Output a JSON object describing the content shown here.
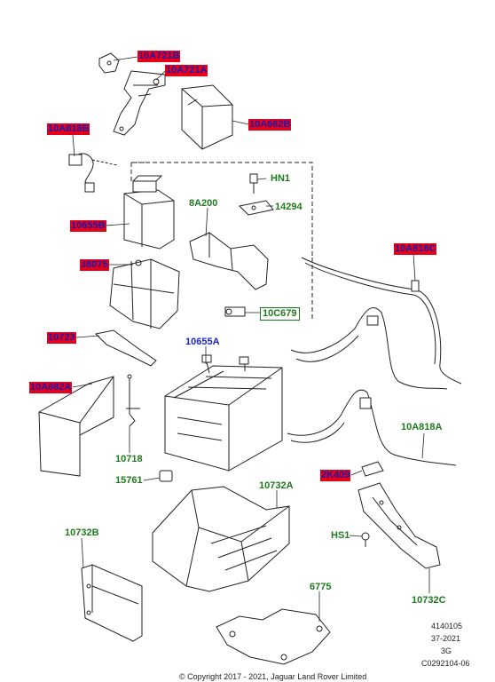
{
  "colors": {
    "red_tag_bg": "#e8001b",
    "red_tag_text": "#1a1aa8",
    "green": "#1d7a1d",
    "blue": "#1a24c8",
    "line": "#222222"
  },
  "labels": {
    "p10A721B": "10A721B",
    "p10A721A": "10A721A",
    "p10A682B": "10A682B",
    "p10A818B": "10A818B",
    "pHN1": "HN1",
    "p8A200": "8A200",
    "p14294": "14294",
    "p10655B": "10655B",
    "p10A818C": "10A818C",
    "p38075": "38075",
    "p10C679": "10C679",
    "p10723": "10723",
    "p10655A": "10655A",
    "p10A682A": "10A682A",
    "p10A818A": "10A818A",
    "p10718": "10718",
    "p2K409": "2K409",
    "p15761": "15761",
    "p10732A": "10732A",
    "p10732B": "10732B",
    "pHS1": "HS1",
    "p6775": "6775",
    "p10732C": "10732C"
  },
  "footer": {
    "line1": "4140105",
    "line2": "37-2021",
    "line3": "3G",
    "line4": "C0292104-06",
    "copyright": "© Copyright 2017 - 2021, Jaguar Land Rover Limited"
  }
}
